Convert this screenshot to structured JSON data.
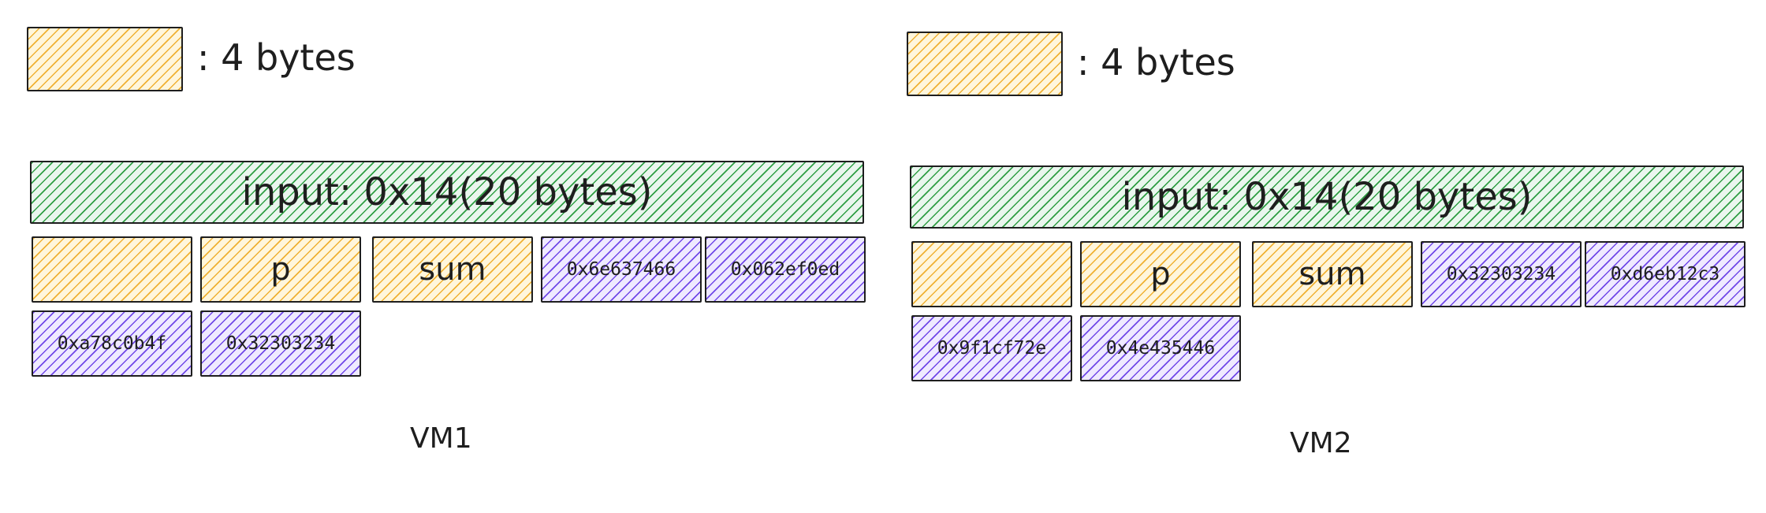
{
  "legend": {
    "label": ": 4 bytes",
    "color": "#f0b133"
  },
  "colors": {
    "input": "#2f9e44",
    "field": "#f0b133",
    "value": "#7048e8",
    "stroke": "#1e1e1e"
  },
  "vm1": {
    "title": "VM1",
    "input_label": "input: 0x14(20 bytes)",
    "cells": {
      "c1": "",
      "c2": "p",
      "c3": "sum",
      "c4": "0x6e637466",
      "c5": "0x062ef0ed",
      "c6": "0xa78c0b4f",
      "c7": "0x32303234"
    }
  },
  "vm2": {
    "title": "VM2",
    "input_label": "input: 0x14(20 bytes)",
    "cells": {
      "c1": "",
      "c2": "p",
      "c3": "sum",
      "c4": "0x32303234",
      "c5": "0xd6eb12c3",
      "c6": "0x9f1cf72e",
      "c7": "0x4e435446"
    }
  }
}
